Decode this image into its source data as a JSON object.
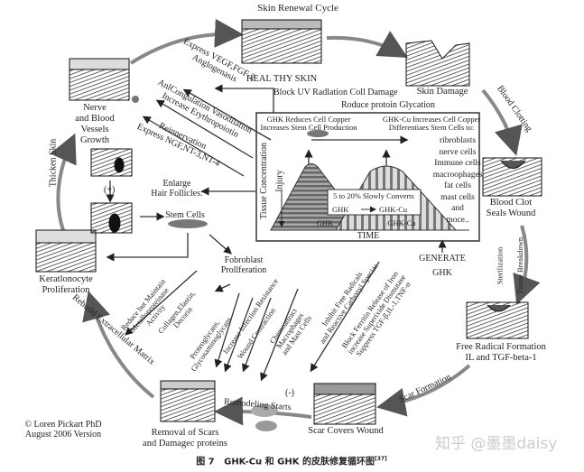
{
  "title": "Skin Renewal Cycle",
  "stages": {
    "healthy": "HEAL THY SKIN",
    "damage": "Skin Damage",
    "clot": [
      "Blood Clot",
      "Seals Wound"
    ],
    "free_radical": [
      "Free Radical Formation",
      "IL and TGF-beta-1"
    ],
    "scar": "Scar Covers Wound",
    "removal": [
      "Removal of Scars",
      "and Damagec proteins"
    ],
    "keratinocyte": [
      "Keratlonocyte",
      "Proliferation"
    ],
    "nerve": [
      "Nerve",
      "and Blood",
      "Vessels",
      "Growth"
    ]
  },
  "transitions": {
    "blood_clotting": "Blood Clotting",
    "sterilization": "Sterilization",
    "tissue_breakdown": "Tissue Breakdown",
    "scar_formation": "Scar Formation",
    "remodeling": "Romodeling Starts",
    "minus": "(-)",
    "rebuild": "Rebuild Extracellular Matrix",
    "thicken": "Thicken Skin",
    "plus": "(+)"
  },
  "effects": {
    "block_uv": "Block UV Radlation Coll Damage",
    "glycation": "Roduce protoin Glycation",
    "vegf": [
      "Express VEGF,FGF-2",
      "Anglogenasis"
    ],
    "coagulation": [
      "AnlCongulation Vasodllation",
      "Increase Erythropoiotin"
    ],
    "reinnervation": [
      "Reinnervation",
      "Express NGF,NT-3,NT-4"
    ],
    "hair": [
      "Enlarge",
      "Hair Follicles:"
    ],
    "stem_cells": "Stem Cells",
    "fibroblast": [
      "Fobroblast",
      "Prollferation"
    ],
    "mmp": [
      "Reduce but Maintain",
      "Metalloproteinase",
      "Activity"
    ],
    "collagen": [
      "Collagen,Elastin,",
      "Decorin"
    ],
    "proteoglycans": [
      "Proteoglycans,",
      "Glycosaminoglycans"
    ],
    "infection": "Increase Infection Resistance",
    "contraction": "Wound Contraction",
    "chemo": [
      "Chemoattract",
      "Macrophages",
      "and Mast Cells"
    ],
    "radicals": [
      "Inhibit Free Radicals",
      "and Reactive Carbonyl Specias"
    ],
    "ferritin": [
      "Block Ferritin Release of Iron",
      "increase Superixide Dismutase",
      "Suppress TGF-β,IL-1,TNF-α"
    ],
    "generate": "GENERATE",
    "ghk": "GHK"
  },
  "center_box": {
    "left_head": [
      "GHK Reduces Cell Copper",
      "Increases Stem Cell Production"
    ],
    "right_head": [
      "GHK-Cu Increases Cell Copper",
      "Differentiaes Stem Cells to:"
    ],
    "cell_types": [
      "ribroblasts",
      "nerve cells",
      "Immune cells",
      "macroophages",
      "fat cells",
      "mast cells",
      "and",
      "moce.."
    ],
    "y_axis": "Tissue Concentration",
    "injury": "Injury",
    "convert": [
      "5 to 20% Slowly Converts",
      "GHK",
      "GHK-Cu"
    ],
    "peak_left": "GHK",
    "peak_right": "GHK-Cu",
    "x_axis": "TIME"
  },
  "credit": [
    "© Loren Pickart PhD",
    "August 2006 Version"
  ],
  "caption": {
    "fig": "图 7",
    "text": "GHK-Cu 和 GHK 的皮肤修复循环图",
    "ref": "[37]"
  },
  "watermark": "知乎 @墨墨daisy"
}
